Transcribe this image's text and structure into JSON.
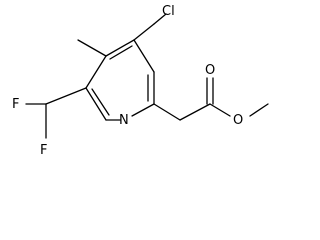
{
  "molecule": {
    "atoms": {
      "chlorine": "Cl",
      "ring_nitrogen": "N",
      "fluorine_top": "F",
      "fluorine_bottom": "F",
      "ester_carbonyl_oxygen": "O",
      "ester_ether_oxygen": "O"
    },
    "colors": {
      "bond": "#000000",
      "label": "#000000",
      "background": "#ffffff"
    }
  }
}
